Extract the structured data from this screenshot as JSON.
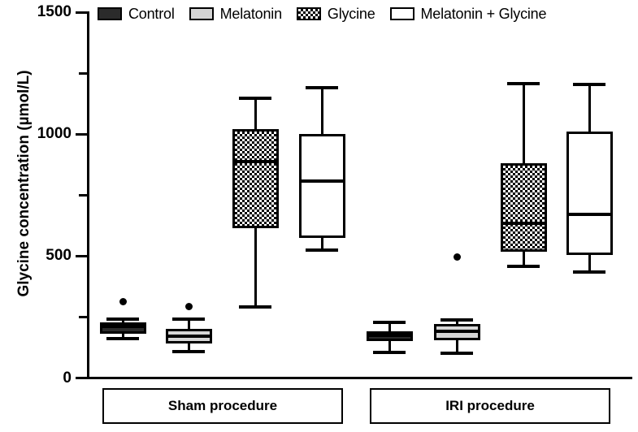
{
  "chart_data": {
    "type": "box",
    "title": "",
    "xlabel": "",
    "ylabel": "Glycine concentration (µmol/L)",
    "ylim": [
      0,
      1500
    ],
    "yticks": [
      0,
      250,
      500,
      750,
      1000,
      1250,
      1500
    ],
    "ytick_labels": [
      "0",
      "",
      "500",
      "",
      "1000",
      "",
      "1500"
    ],
    "grid": false,
    "legend_position": "top",
    "groups": [
      "Sham procedure",
      "IRI procedure"
    ],
    "legend": [
      {
        "label": "Control",
        "fill": "solid-dark",
        "color": "#2b2b2b"
      },
      {
        "label": "Melatonin",
        "fill": "solid-light",
        "color": "#d4d4d4"
      },
      {
        "label": "Glycine",
        "fill": "checkered",
        "color": "#ffffff"
      },
      {
        "label": "Melatonin + Glycine",
        "fill": "empty",
        "color": "#ffffff"
      }
    ],
    "series": [
      {
        "name": "Control",
        "fill": "solid-dark",
        "boxes": [
          {
            "group": "Sham procedure",
            "whisker_low": 160,
            "q1": 183,
            "median": 213,
            "q3": 228,
            "whisker_high": 241,
            "outliers": [
              312
            ]
          },
          {
            "group": "IRI procedure",
            "whisker_low": 106,
            "q1": 153,
            "median": 176,
            "q3": 193,
            "whisker_high": 229,
            "outliers": []
          }
        ]
      },
      {
        "name": "Melatonin",
        "fill": "solid-light",
        "boxes": [
          {
            "group": "Sham procedure",
            "whisker_low": 108,
            "q1": 142,
            "median": 170,
            "q3": 202,
            "whisker_high": 240,
            "outliers": [
              293
            ]
          },
          {
            "group": "IRI procedure",
            "whisker_low": 103,
            "q1": 156,
            "median": 192,
            "q3": 222,
            "whisker_high": 238,
            "outliers": [
              495
            ]
          }
        ]
      },
      {
        "name": "Glycine",
        "fill": "checkered",
        "boxes": [
          {
            "group": "Sham procedure",
            "whisker_low": 292,
            "q1": 613,
            "median": 888,
            "q3": 1022,
            "whisker_high": 1146,
            "outliers": []
          },
          {
            "group": "IRI procedure",
            "whisker_low": 458,
            "q1": 518,
            "median": 635,
            "q3": 881,
            "whisker_high": 1207,
            "outliers": []
          }
        ]
      },
      {
        "name": "Melatonin + Glycine",
        "fill": "empty",
        "boxes": [
          {
            "group": "Sham procedure",
            "whisker_low": 525,
            "q1": 573,
            "median": 808,
            "q3": 999,
            "whisker_high": 1191,
            "outliers": []
          },
          {
            "group": "IRI procedure",
            "whisker_low": 435,
            "q1": 505,
            "median": 672,
            "q3": 1011,
            "whisker_high": 1203,
            "outliers": []
          }
        ]
      }
    ]
  },
  "axis": {
    "y_title": "Glycine concentration (µmol/L)",
    "labels": {
      "t0": "0",
      "t500": "500",
      "t1000": "1000",
      "t1500": "1500"
    }
  },
  "legend": {
    "items": [
      {
        "label": "Control"
      },
      {
        "label": "Melatonin"
      },
      {
        "label": "Glycine"
      },
      {
        "label": "Melatonin + Glycine"
      }
    ]
  },
  "groups": {
    "sham": "Sham procedure",
    "iri": "IRI procedure"
  }
}
